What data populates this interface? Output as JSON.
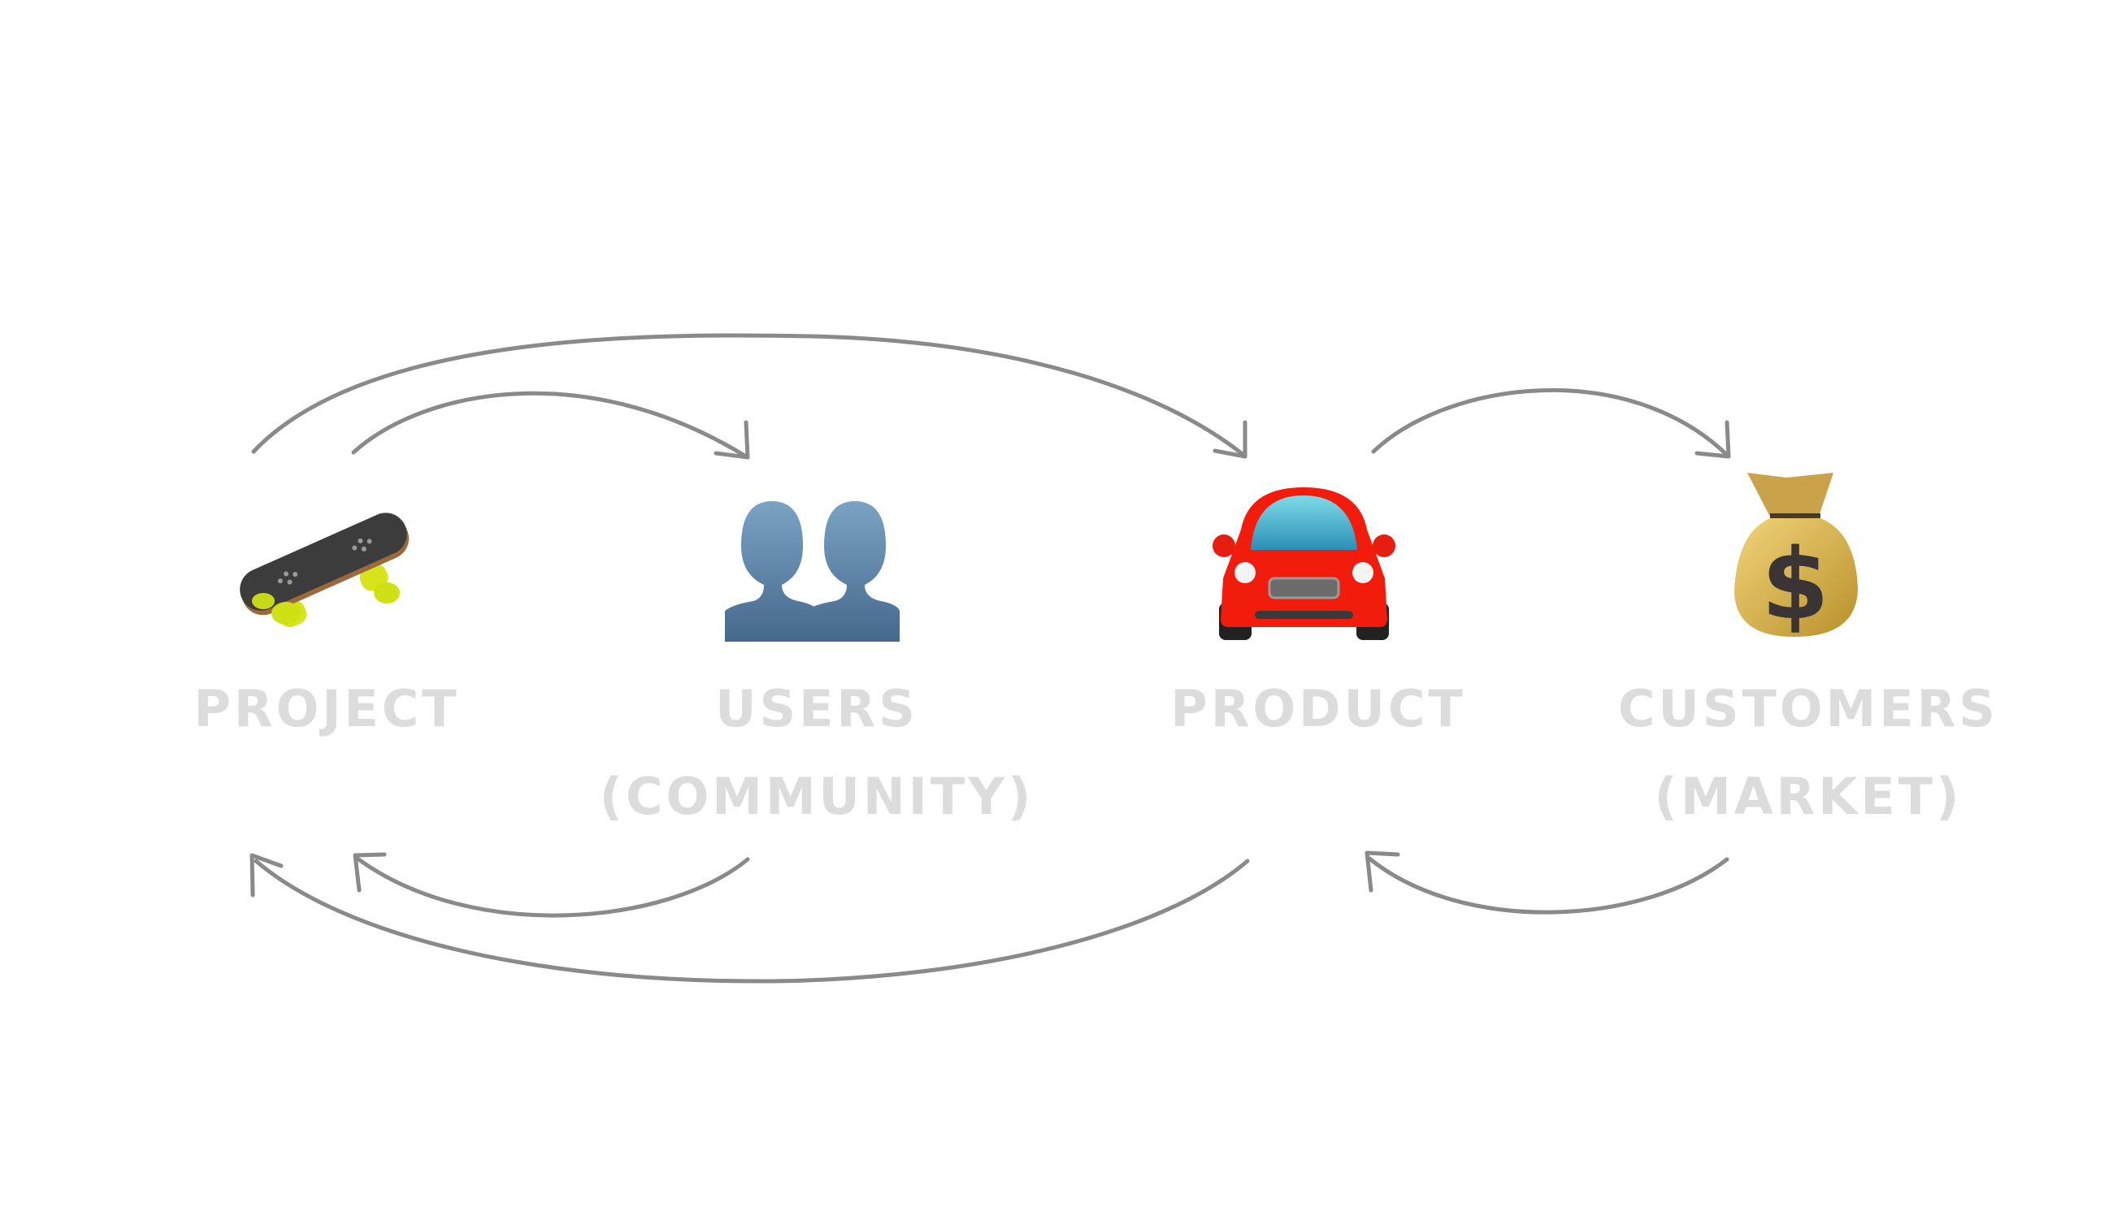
{
  "diagram": {
    "nodes": [
      {
        "id": "project",
        "icon": "skateboard-icon",
        "label": "PROJECT",
        "sublabel": ""
      },
      {
        "id": "users",
        "icon": "busts-in-silhouette-icon",
        "label": "USERS",
        "sublabel": "(COMMUNITY)"
      },
      {
        "id": "product",
        "icon": "automobile-icon",
        "label": "PRODUCT",
        "sublabel": ""
      },
      {
        "id": "customers",
        "icon": "money-bag-icon",
        "label": "CUSTOMERS",
        "sublabel": "(MARKET)"
      }
    ],
    "edges": [
      {
        "from": "project",
        "to": "users",
        "direction": "forward"
      },
      {
        "from": "project",
        "to": "product",
        "direction": "forward"
      },
      {
        "from": "product",
        "to": "customers",
        "direction": "forward"
      },
      {
        "from": "users",
        "to": "project",
        "direction": "feedback"
      },
      {
        "from": "product",
        "to": "project",
        "direction": "feedback"
      },
      {
        "from": "customers",
        "to": "product",
        "direction": "feedback"
      }
    ],
    "colors": {
      "arrow": "#8a8a8a",
      "label": "#dcdcdc",
      "background": "#ffffff"
    }
  }
}
